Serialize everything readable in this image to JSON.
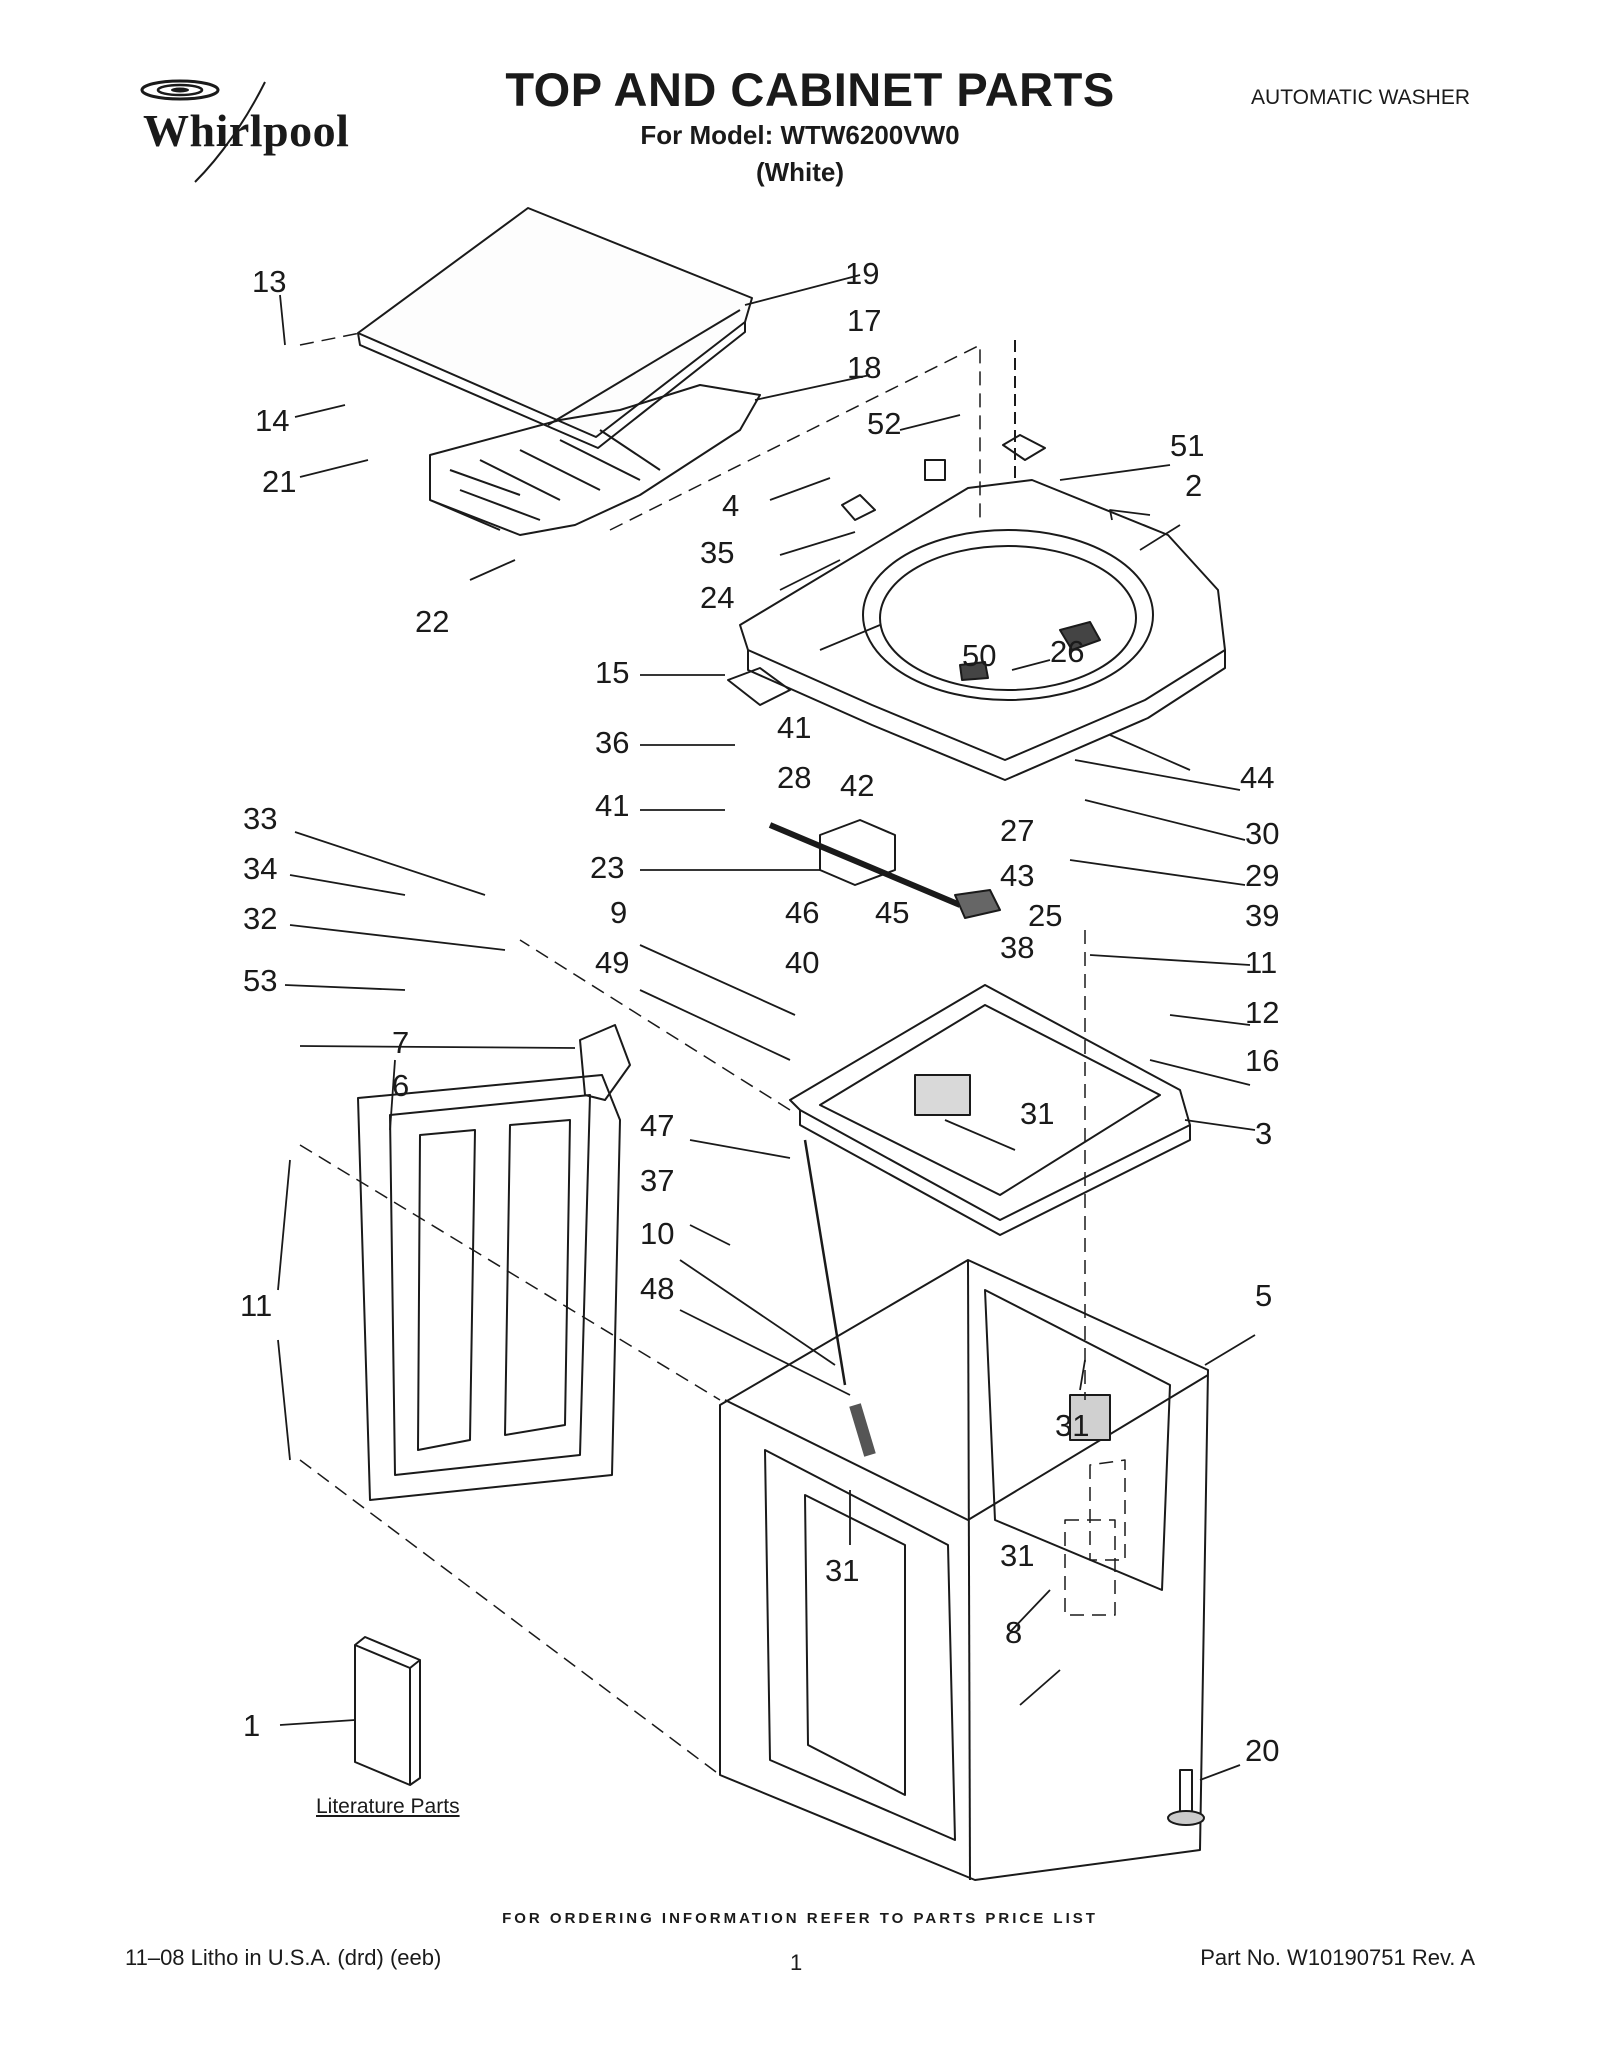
{
  "header": {
    "brand": "Whirlpool",
    "title": "TOP AND CABINET PARTS",
    "model_line": "For Model: WTW6200VW0",
    "color_line": "(White)",
    "product": "AUTOMATIC WASHER"
  },
  "callouts": [
    "13",
    "19",
    "17",
    "14",
    "18",
    "52",
    "21",
    "4",
    "51",
    "2",
    "35",
    "24",
    "22",
    "50",
    "26",
    "15",
    "41",
    "36",
    "28",
    "44",
    "41",
    "42",
    "27",
    "30",
    "33",
    "23",
    "43",
    "29",
    "34",
    "9",
    "46",
    "45",
    "25",
    "39",
    "32",
    "38",
    "11",
    "49",
    "40",
    "12",
    "53",
    "16",
    "7",
    "6",
    "31",
    "3",
    "47",
    "37",
    "10",
    "5",
    "11",
    "48",
    "31",
    "31",
    "31",
    "8",
    "1",
    "20"
  ],
  "literature_label": "Literature Parts",
  "footer": {
    "ordering": "FOR ORDERING INFORMATION REFER TO PARTS PRICE LIST",
    "litho": "11–08 Litho in U.S.A. (drd) (eeb)",
    "page": "1",
    "part_no": "Part No. W10190751 Rev. A"
  }
}
